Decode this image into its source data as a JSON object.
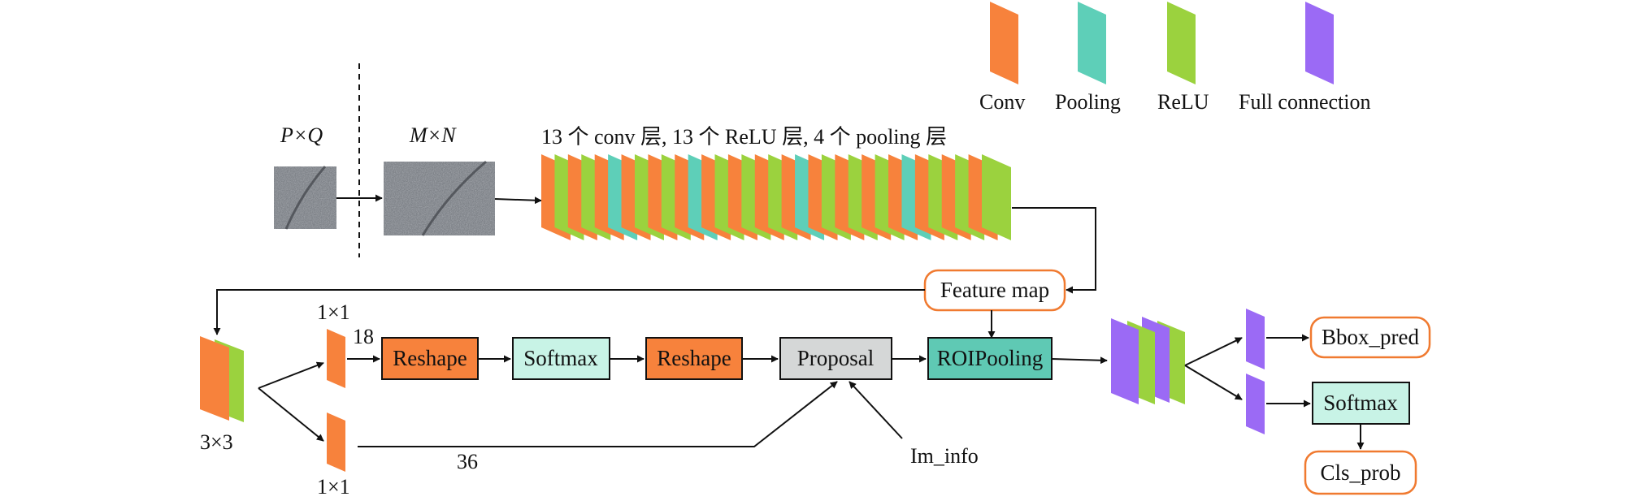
{
  "colors": {
    "conv": "#F7823C",
    "pooling": "#5ECFB8",
    "relu": "#9BD23E",
    "full_connection": "#9B6AF5",
    "softmax_fill": "#C8F3E6",
    "proposal_fill": "#D5D7D7",
    "roipooling_fill": "#5FC9B4",
    "rounded_box_border": "#F07A30",
    "line": "#111111"
  },
  "legend": [
    {
      "label": "Conv",
      "color_key": "conv"
    },
    {
      "label": "Pooling",
      "color_key": "pooling"
    },
    {
      "label": "ReLU",
      "color_key": "relu"
    },
    {
      "label": "Full connection",
      "color_key": "full_connection"
    }
  ],
  "input": {
    "pxq_label": "P×Q",
    "mxn_label": "M×N"
  },
  "backbone": {
    "caption": "13 个 conv 层, 13 个 ReLU 层, 4 个 pooling 层",
    "layers": [
      "conv",
      "relu",
      "conv",
      "relu",
      "conv",
      "pooling",
      "conv",
      "relu",
      "conv",
      "relu",
      "conv",
      "pooling",
      "conv",
      "relu",
      "conv",
      "relu",
      "conv",
      "relu",
      "conv",
      "pooling",
      "conv",
      "relu",
      "conv",
      "relu",
      "conv",
      "relu",
      "conv",
      "pooling",
      "conv",
      "relu",
      "conv",
      "relu",
      "conv",
      "relu"
    ]
  },
  "feature_map": {
    "label": "Feature map"
  },
  "rpn": {
    "kernel_3x3": "3×3",
    "kernel_1x1_top": "1×1",
    "kernel_1x1_bottom": "1×1",
    "channels_top": "18",
    "channels_bottom": "36",
    "reshape1": "Reshape",
    "softmax": "Softmax",
    "reshape2": "Reshape",
    "proposal": "Proposal",
    "im_info": "Im_info"
  },
  "roi": {
    "label": "ROIPooling"
  },
  "head": {
    "bbox_pred": "Bbox_pred",
    "softmax": "Softmax",
    "cls_prob": "Cls_prob"
  }
}
